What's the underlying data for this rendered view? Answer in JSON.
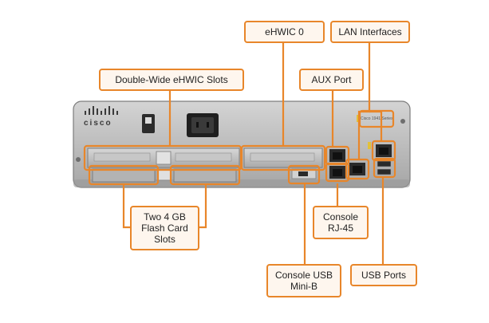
{
  "labels": {
    "ehwic0": "eHWIC 0",
    "lan_interfaces": "LAN Interfaces",
    "double_wide_slots": "Double-Wide eHWIC Slots",
    "aux_port": "AUX Port",
    "flash_slots": "Two 4 GB\nFlash Card\nSlots",
    "console_rj45": "Console\nRJ-45",
    "console_usb": "Console USB\nMini-B",
    "usb_ports": "USB Ports"
  },
  "device": {
    "logo_text": "cisco",
    "series_text": "Cisco 1941 Series"
  },
  "colors": {
    "accent": "#e8862a",
    "callout_fill": "#fef6ee",
    "chassis": "#b9b9b9",
    "chassis_dark": "#8e8e8e"
  }
}
